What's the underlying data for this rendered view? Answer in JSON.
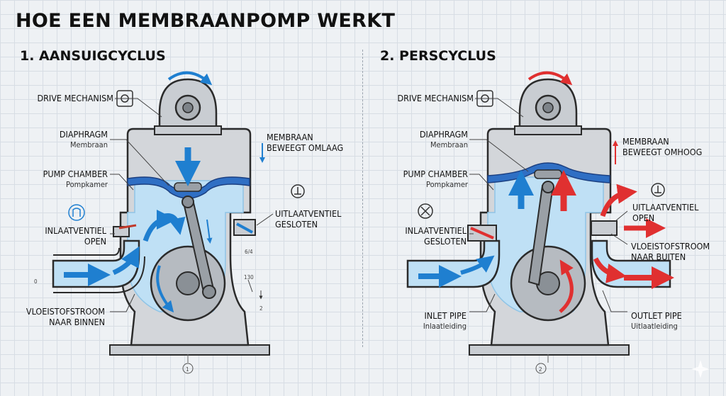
{
  "title": "HOE EEN MEMBRAANPOMP WERKT",
  "panel_left": {
    "heading": "1. AANSUIGCYCLUS",
    "drive": "DRIVE MECHANISM",
    "diaphragm": "DIAPHRAGM",
    "diaphragm_sub": "Membraan",
    "chamber": "PUMP CHAMBER",
    "chamber_sub": "Pompkamer",
    "inlet_valve_1": "INLAATVENTIEL",
    "inlet_valve_2": "OPEN",
    "flow_1": "VLOEISTOFSTROOM",
    "flow_2": "NAAR BINNEN",
    "membrane_1": "MEMBRAAN",
    "membrane_2": "BEWEEGT OMLAAG",
    "outlet_valve_1": "UITLAATVENTIEL",
    "outlet_valve_2": "GESLOTEN",
    "tag_a": "6/4",
    "tag_b": "130",
    "tag_c": "2",
    "tag_d": "0",
    "marker": "1"
  },
  "panel_right": {
    "heading": "2. PERSCYCLUS",
    "drive": "DRIVE MECHANISM",
    "diaphragm": "DIAPHRAGM",
    "diaphragm_sub": "Membraan",
    "chamber": "PUMP CHAMBER",
    "chamber_sub": "Pompkamer",
    "inlet_valve_1": "INLAATVENTIEL",
    "inlet_valve_2": "GESLOTEN",
    "inlet_pipe": "INLET PIPE",
    "inlet_pipe_sub": "Inlaatleiding",
    "membrane_1": "MEMBRAAN",
    "membrane_2": "BEWEEGT OMHOOG",
    "outlet_valve_1": "UITLAATVENTIEL",
    "outlet_valve_2": "OPEN",
    "flow_1": "VLOEISTOFSTROOM",
    "flow_2": "NAAR BUITEN",
    "outlet_pipe": "OUTLET PIPE",
    "outlet_pipe_sub": "Uitlaatleiding",
    "marker": "2"
  },
  "colors": {
    "fluid": "#bfe0f5",
    "fluid_edge": "#8fc4e6",
    "metal": "#d3d6da",
    "metal_dark": "#9aa0a6",
    "outline": "#2b2b2b",
    "diaphragm": "#2f6fc4",
    "arrow_blue": "#1f7fd0",
    "arrow_red": "#e03030"
  }
}
